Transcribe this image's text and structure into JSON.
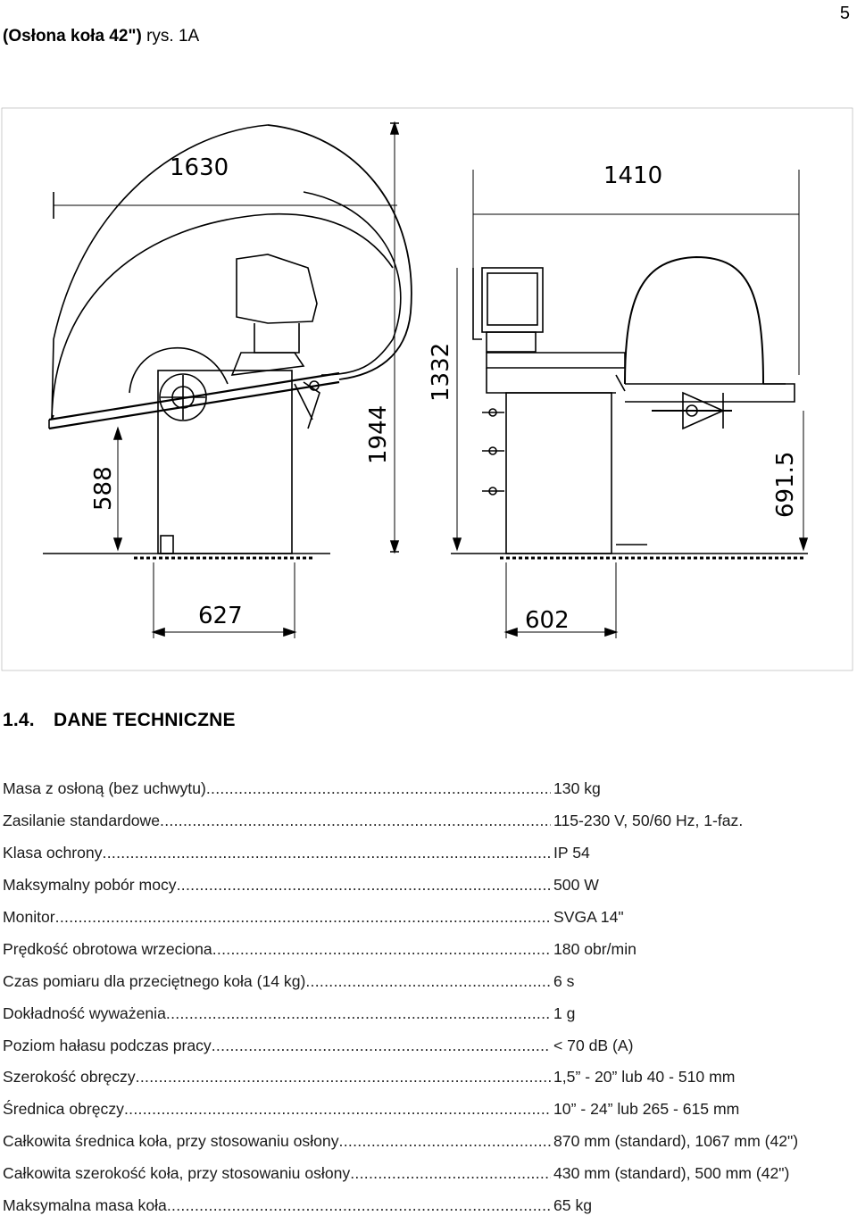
{
  "page": {
    "number": "5"
  },
  "figure": {
    "caption_bold": "(Osłona koła 42\")",
    "caption_ref": "rys. 1A",
    "dimensions": {
      "d1630": "1630",
      "d1410": "1410",
      "d1944": "1944",
      "d1332": "1332",
      "d588": "588",
      "d691": "691.5",
      "d627": "627",
      "d602": "602"
    }
  },
  "section": {
    "number": "1.4.",
    "title": "DANE TECHNICZNE"
  },
  "specs": [
    {
      "label": "Masa z osłoną (bez uchwytu)",
      "value": "130 kg"
    },
    {
      "label": "Zasilanie standardowe",
      "value": "115-230 V, 50/60 Hz, 1-faz."
    },
    {
      "label": "Klasa ochrony",
      "value": "IP 54"
    },
    {
      "label": "Maksymalny pobór mocy",
      "value": "500 W"
    },
    {
      "label": "Monitor",
      "value": "SVGA 14\""
    },
    {
      "label": "Prędkość obrotowa wrzeciona",
      "value": "180 obr/min"
    },
    {
      "label": "Czas pomiaru dla przeciętnego koła (14 kg)",
      "value": "6 s"
    },
    {
      "label": "Dokładność wyważenia",
      "value": "1 g"
    },
    {
      "label": "Poziom hałasu podczas pracy",
      "value": "< 70 dB (A)"
    },
    {
      "label": "Szerokość obręczy",
      "value": "1,5” - 20” lub 40 - 510 mm"
    },
    {
      "label": "Średnica obręczy",
      "value": "10” - 24” lub 265 - 615 mm"
    },
    {
      "label": "Całkowita średnica koła, przy stosowaniu osłony",
      "value": "870 mm (standard), 1067 mm (42\")"
    },
    {
      "label": "Całkowita szerokość koła, przy stosowaniu osłony",
      "value": "430 mm (standard), 500 mm (42\")"
    },
    {
      "label": "Maksymalna masa koła",
      "value": "65 kg"
    }
  ]
}
